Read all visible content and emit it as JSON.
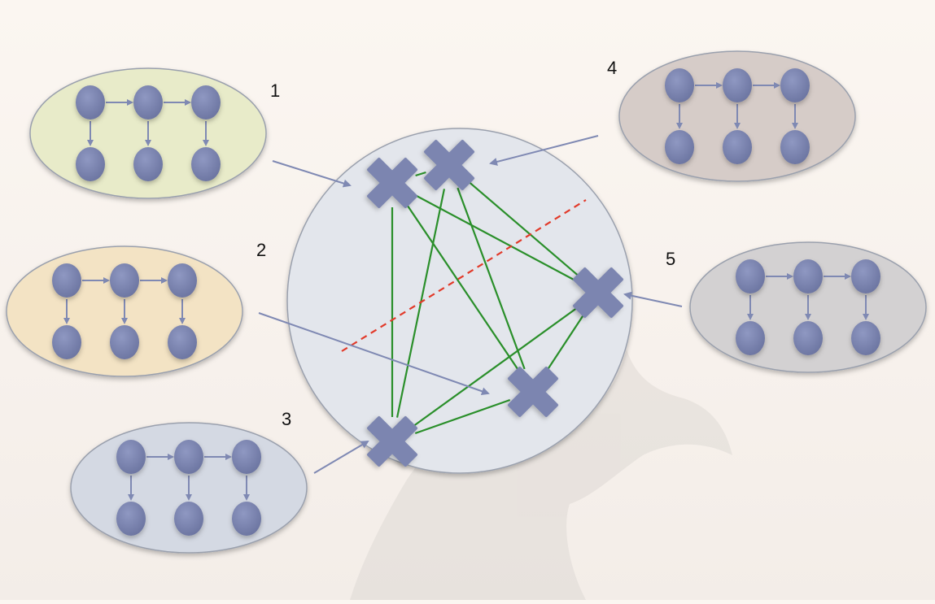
{
  "colors": {
    "node": "#7c85b0",
    "arrow": "#7f89b3",
    "edge": "#2a8f2a",
    "cut": "#e23a2a",
    "central_fill": "#e3e6ec",
    "central_stroke": "#9aa0ad"
  },
  "clusters": [
    {
      "id": "1",
      "label": "1",
      "fill": "#e8ebc9"
    },
    {
      "id": "2",
      "label": "2",
      "fill": "#f3e3c4"
    },
    {
      "id": "3",
      "label": "3",
      "fill": "#d4d9e3"
    },
    {
      "id": "4",
      "label": "4",
      "fill": "#d6ccc8"
    },
    {
      "id": "5",
      "label": "5",
      "fill": "#d3d1d2"
    }
  ],
  "cross_nodes": [
    "c1",
    "c4",
    "c5",
    "c2",
    "c3"
  ],
  "edges": [
    [
      "c1",
      "c4"
    ],
    [
      "c1",
      "c3"
    ],
    [
      "c1",
      "c5"
    ],
    [
      "c1",
      "c2"
    ],
    [
      "c4",
      "c3"
    ],
    [
      "c4",
      "c5"
    ],
    [
      "c4",
      "c2"
    ],
    [
      "c5",
      "c3"
    ],
    [
      "c5",
      "c2"
    ],
    [
      "c2",
      "c3"
    ]
  ],
  "icons": {
    "node": "circle-node-icon",
    "cross": "cross-icon"
  }
}
